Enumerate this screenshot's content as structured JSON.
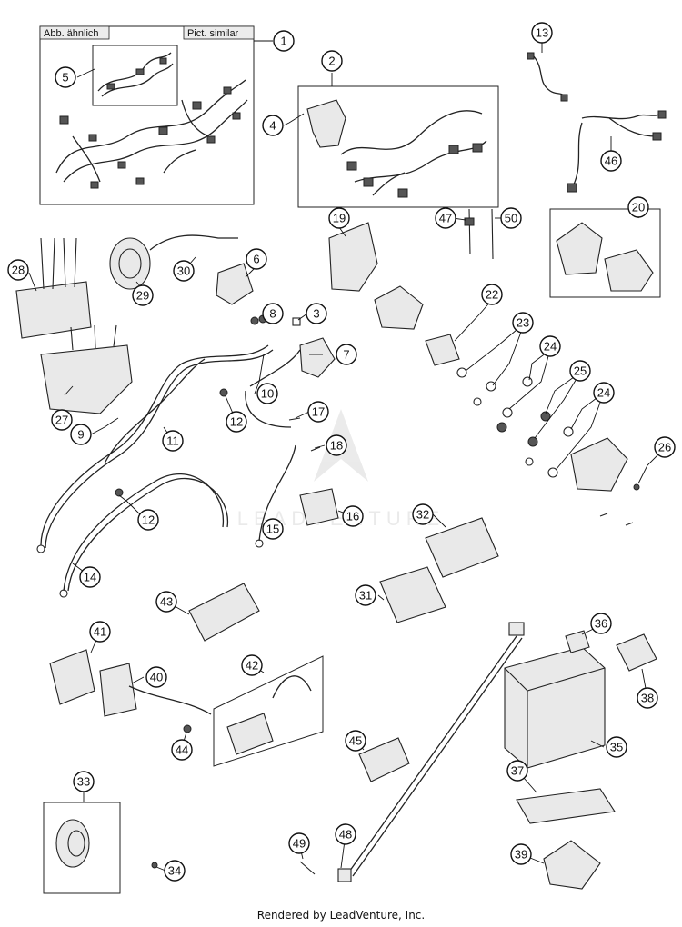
{
  "header": {
    "left_label": "Abb. ähnlich",
    "right_label": "Pict. similar"
  },
  "callouts": [
    "1",
    "2",
    "3",
    "4",
    "5",
    "6",
    "7",
    "8",
    "9",
    "10",
    "11",
    "12",
    "13",
    "14",
    "15",
    "16",
    "17",
    "18",
    "19",
    "20",
    "22",
    "23",
    "24",
    "25",
    "26",
    "27",
    "28",
    "29",
    "30",
    "31",
    "32",
    "33",
    "34",
    "35",
    "36",
    "37",
    "38",
    "39",
    "40",
    "41",
    "42",
    "43",
    "44",
    "45",
    "46",
    "47",
    "48",
    "49",
    "50"
  ],
  "watermark_text": "LEADVENTURE",
  "footer": "Rendered by LeadVenture, Inc."
}
